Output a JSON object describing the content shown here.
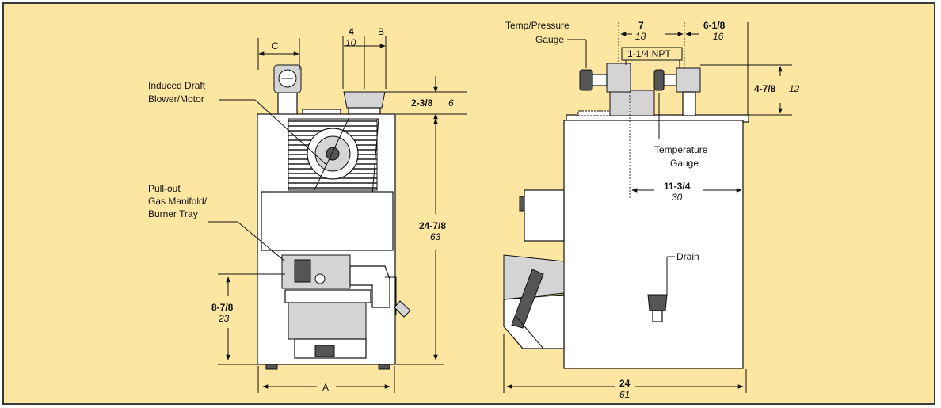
{
  "front": {
    "dim_c": "C",
    "dim_4": "4",
    "dim_4_met": "10",
    "dim_b": "B",
    "dim_238": "2-3/8",
    "dim_238_met": "6",
    "dim_2478": "24-7/8",
    "dim_2478_met": "63",
    "dim_878": "8-7/8",
    "dim_878_met": "23",
    "dim_a": "A",
    "label_blower_1": "Induced Draft",
    "label_blower_2": "Blower/Motor",
    "label_manifold_1": "Pull-out",
    "label_manifold_2": "Gas Manifold/",
    "label_manifold_3": "Burner Tray"
  },
  "side": {
    "label_tp_1": "Temp/Pressure",
    "label_tp_2": "Gauge",
    "dim_7": "7",
    "dim_7_met": "18",
    "dim_618": "6-1/8",
    "dim_618_met": "16",
    "npt": "1-1/4 NPT",
    "dim_478": "4-7/8",
    "dim_478_met": "12",
    "label_temp_1": "Temperature",
    "label_temp_2": "Gauge",
    "dim_1134": "11-3/4",
    "dim_1134_met": "30",
    "label_drain": "Drain",
    "dim_24": "24",
    "dim_24_met": "61"
  }
}
